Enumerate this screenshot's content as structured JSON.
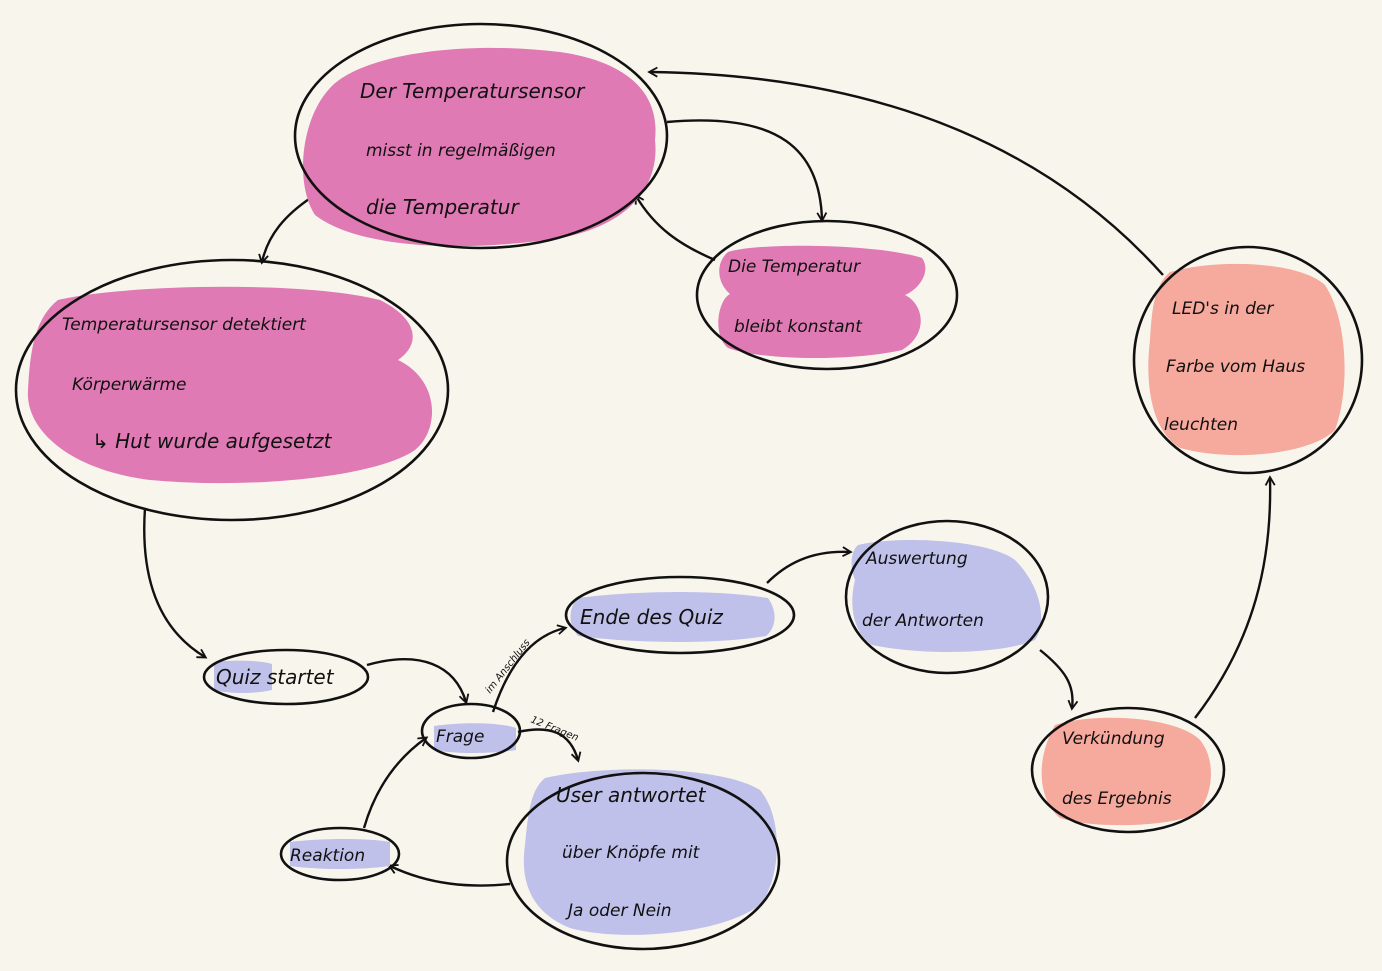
{
  "colors": {
    "background": "#f8f6ec",
    "pink": "#e07ab4",
    "salmon": "#f6a99d",
    "lavender": "#c0c1ea",
    "outline": "#111111"
  },
  "nodes": {
    "messung": {
      "lines": [
        "Der Temperatursensor",
        "misst in regelmäßigen",
        "die Temperatur"
      ]
    },
    "konstant": {
      "lines": [
        "Die Temperatur",
        "bleibt konstant"
      ]
    },
    "koerperwaerme": {
      "lines": [
        "Temperatursensor detektiert",
        "Körperwärme",
        "↳ Hut wurde aufgesetzt"
      ]
    },
    "quiz_start": {
      "lines": [
        "Quiz startet"
      ]
    },
    "frage": {
      "lines": [
        "Frage"
      ]
    },
    "reaktion": {
      "lines": [
        "Reaktion"
      ]
    },
    "user_antwort": {
      "lines": [
        "User antwortet",
        "über Knöpfe mit",
        "Ja oder Nein"
      ]
    },
    "quiz_ende": {
      "lines": [
        "Ende des Quiz"
      ]
    },
    "auswertung": {
      "lines": [
        "Auswertung",
        "der Antworten"
      ]
    },
    "verkuendung": {
      "lines": [
        "Verkündung",
        "des Ergebnis"
      ]
    },
    "leds": {
      "lines": [
        "LED's in der",
        "Farbe vom Haus",
        "leuchten"
      ]
    }
  },
  "edge_labels": {
    "im_anschluss": "im Anschluss",
    "zwoelf_fragen": "12 Fragen"
  }
}
